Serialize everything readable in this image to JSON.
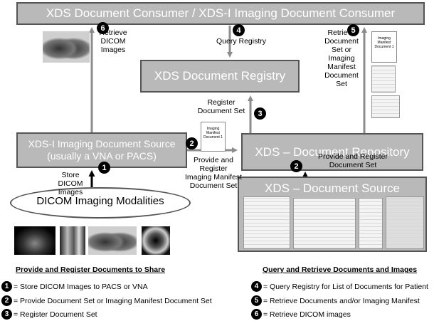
{
  "boxes": {
    "consumer": "XDS Document Consumer / XDS-I Imaging Document Consumer",
    "registry": "XDS Document Registry",
    "imaging_source_line1": "XDS-I Imaging Document Source",
    "imaging_source_line2": "(usually a VNA or PACS)",
    "repository": "XDS – Document Repository",
    "document_source": "XDS – Document Source",
    "modalities": "DICOM Imaging Modalities"
  },
  "flow_labels": {
    "retrieve_dicom": [
      "Retrieve",
      "DICOM",
      "Images"
    ],
    "query_registry": "Query Registry",
    "retrieve_docs": [
      "Retrieve",
      "Document",
      "Set or",
      "Imaging",
      "Manifest",
      "Document",
      "Set"
    ],
    "register_doc_set": [
      "Register",
      "Document Set"
    ],
    "provide_register_manifest": [
      "Provide and",
      "Register",
      "Imaging Manifest",
      "Document Set"
    ],
    "provide_register_doc_set": [
      "Provide and Register",
      "Document Set"
    ],
    "store_dicom": [
      "Store",
      "DICOM",
      "Images"
    ]
  },
  "step_badges": {
    "one": "1",
    "two_left": "2",
    "two_right": "2",
    "three": "3",
    "four": "4",
    "five": "5",
    "six": "6"
  },
  "manifest_doc": [
    "Imaging",
    "Manifest",
    "Document 1"
  ],
  "legend": {
    "left_heading": "Provide and Register Documents to Share",
    "right_heading": "Query and Retrieve Documents and Images",
    "items_left": [
      {
        "num": "1",
        "text": "= Store DICOM Images to PACS or VNA"
      },
      {
        "num": "2",
        "text": "= Provide Document Set or Imaging Manifest Document Set"
      },
      {
        "num": "3",
        "text": "= Register Document Set"
      }
    ],
    "items_right": [
      {
        "num": "4",
        "text": "= Query Registry for List of Documents for Patient"
      },
      {
        "num": "5",
        "text": "= Retrieve Documents and/or Imaging Manifest"
      },
      {
        "num": "6",
        "text": "= Retrieve DICOM images"
      }
    ]
  },
  "colors": {
    "box_fill": "#b9b9b9",
    "box_border": "#555555",
    "arrow": "#8c8c8c",
    "arrow_dark": "#000000"
  }
}
